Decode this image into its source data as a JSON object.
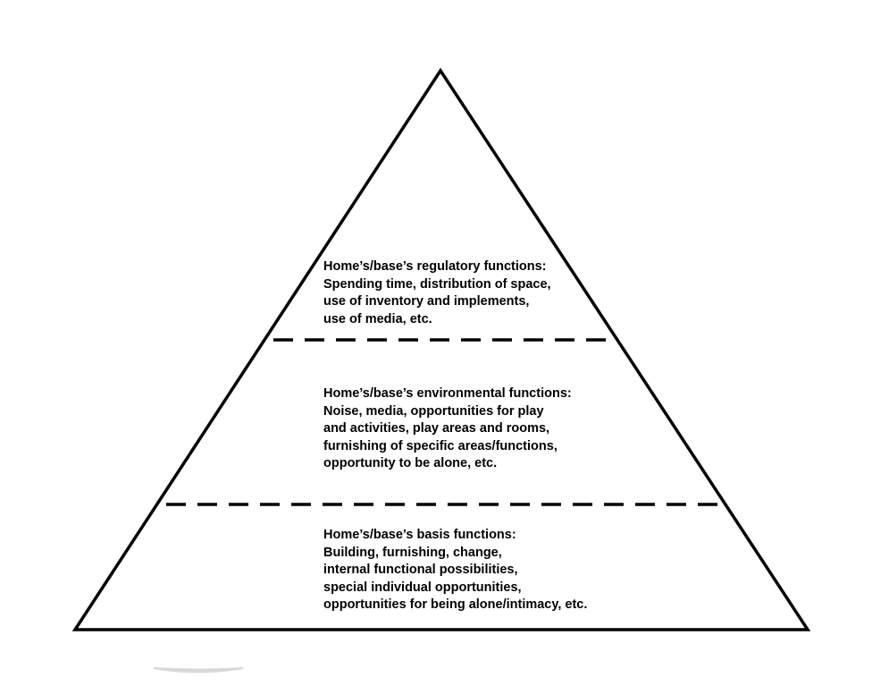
{
  "diagram": {
    "levels": [
      {
        "id": "regulatory",
        "heading": "Home’s/base’s regulatory functions:",
        "lines": [
          "Spending time, distribution of space,",
          "use of inventory and implements,",
          "use of media, etc."
        ]
      },
      {
        "id": "environmental",
        "heading": "Home’s/base’s environmental functions:",
        "lines": [
          "Noise, media, opportunities for play",
          "and activities, play areas and rooms,",
          "furnishing of specific areas/functions,",
          "opportunity to be alone, etc."
        ]
      },
      {
        "id": "basis",
        "heading": "Home’s/base’s basis functions:",
        "lines": [
          "Building, furnishing, change,",
          "internal functional possibilities,",
          "special individual opportunities,",
          "opportunities for being alone/intimacy, etc."
        ]
      }
    ],
    "colors": {
      "outline": "#000000",
      "background": "#ffffff",
      "shadow": "#d8d8d8"
    }
  }
}
